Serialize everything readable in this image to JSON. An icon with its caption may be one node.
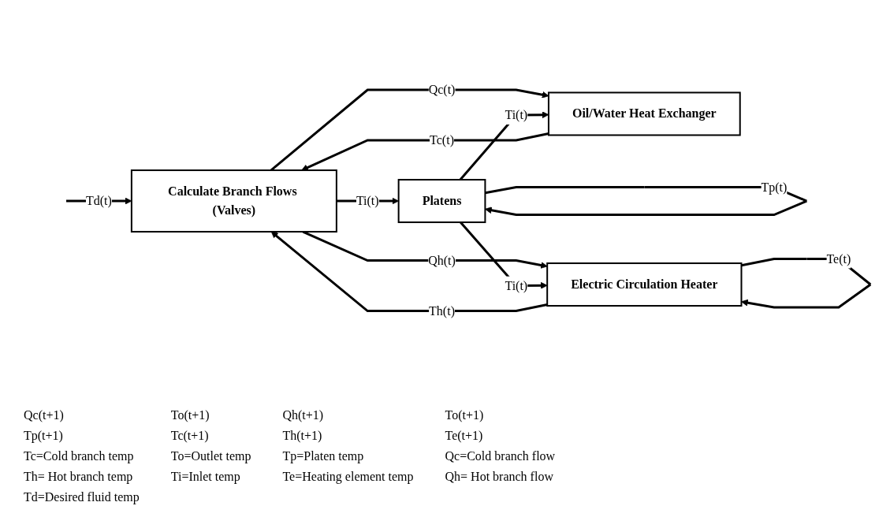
{
  "diagram": {
    "nodes": [
      {
        "text": [
          "Calculate Branch Flows (Valves)"
        ]
      },
      {
        "text": [
          "Platens"
        ]
      },
      {
        "text": [
          "Oil/Water Heat Exchanger"
        ]
      },
      {
        "text": [
          "Electric Circulation Heater"
        ]
      }
    ],
    "edges": [
      {
        "from": 0,
        "to": 2,
        "arrow": "to",
        "label": "Qc(t)"
      },
      {
        "from": 0,
        "to": 1,
        "arrow": "to",
        "label": "Ti(t)"
      },
      {
        "from": 0,
        "to": 3,
        "arrow": "to",
        "label": "Qh(t)"
      },
      {
        "from": 1,
        "to": 1,
        "arrow": "to",
        "label": "Tp(t)"
      },
      {
        "from": 1,
        "to": 2,
        "arrow": "to",
        "label": "Ti(t)"
      },
      {
        "from": 1,
        "to": 3,
        "arrow": "to",
        "label": "Ti(t)"
      },
      {
        "from": 3,
        "to": 3,
        "arrow": "to",
        "label": "Te(t)"
      },
      {
        "from": 2,
        "to": 0,
        "arrow": "to",
        "label": "Tc(t)"
      },
      {
        "from": 3,
        "to": 0,
        "arrow": "to",
        "label": "Th(t)"
      },
      {
        "from": null,
        "to": 0,
        "arrow": "to",
        "label": "Td(t)"
      }
    ],
    "labels": [
      "Qc(t+1)",
      "To(t+1)",
      "Qh(t+1)",
      "To(t+1)",
      "Tp(t+1)",
      "Tc(t+1)",
      "Th(t+1)",
      "Te(t+1)",
      "Tc=Cold branch temp",
      "To=Outlet temp",
      "Tp=Platen temp",
      "Qc=Cold branch flow",
      "Th= Hot branch temp",
      "Ti=Inlet temp",
      "Te=Heating element temp",
      "Qh= Hot branch flow",
      "Td=Desired fluid temp"
    ]
  }
}
